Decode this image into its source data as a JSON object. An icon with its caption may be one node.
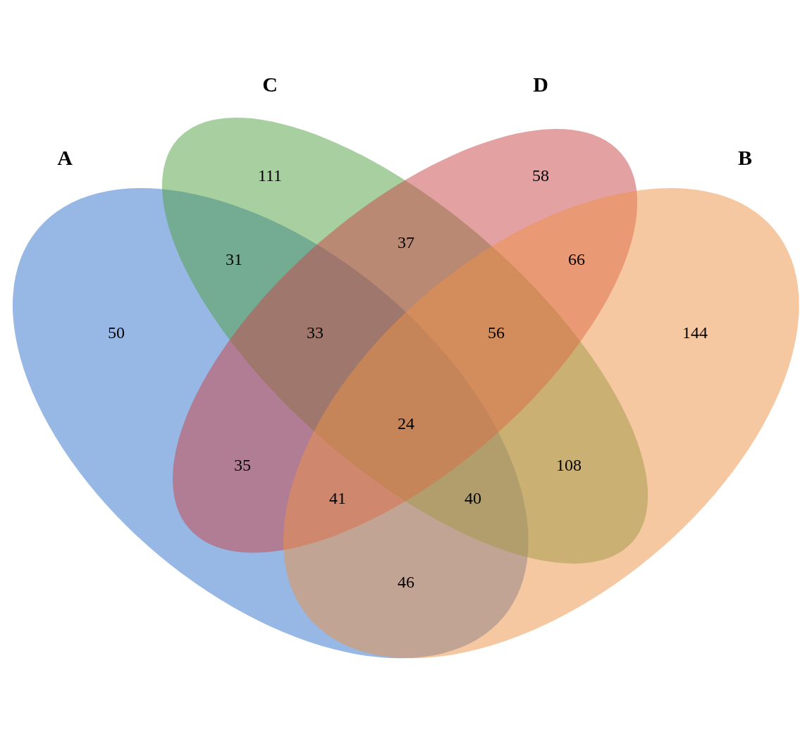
{
  "diagram": {
    "nodes": [
      {
        "text": [
          "A"
        ]
      },
      {
        "text": [
          "C"
        ]
      },
      {
        "text": [
          "D"
        ]
      },
      {
        "text": [
          "B"
        ]
      }
    ],
    "labels": [
      "111",
      "58",
      "37",
      "31",
      "66",
      "50",
      "33",
      "56",
      "144",
      "24",
      "35",
      "108",
      "41",
      "40",
      "46"
    ]
  }
}
